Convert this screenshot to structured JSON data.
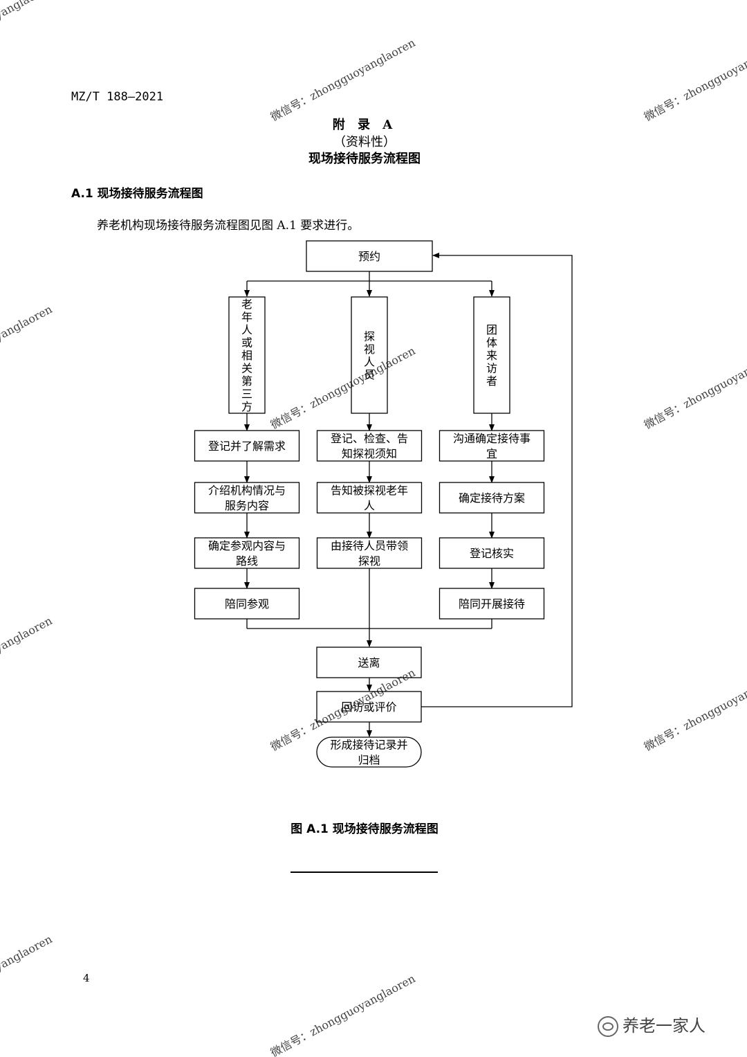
{
  "header": {
    "standard_code": "MZ/T 188—2021"
  },
  "annex": {
    "label": "附 录 A",
    "nature": "（资料性）",
    "title": "现场接待服务流程图"
  },
  "section": {
    "heading": "A.1 现场接待服务流程图",
    "intro": "养老机构现场接待服务流程图见图 A.1 要求进行。"
  },
  "flowchart": {
    "start": "预约",
    "branches": [
      {
        "category": "老年人或相关第三方",
        "steps": [
          [
            "登记并了解需求"
          ],
          [
            "介绍机构情况与",
            "服务内容"
          ],
          [
            "确定参观内容与",
            "路线"
          ],
          [
            "陪同参观"
          ]
        ]
      },
      {
        "category": "探视人员",
        "steps": [
          [
            "登记、检查、告",
            "知探视须知"
          ],
          [
            "告知被探视老年",
            "人"
          ],
          [
            "由接待人员带领",
            "探视"
          ]
        ]
      },
      {
        "category": "团体来访者",
        "steps": [
          [
            "沟通确定接待事",
            "宜"
          ],
          [
            "确定接待方案"
          ],
          [
            "登记核实"
          ],
          [
            "陪同开展接待"
          ]
        ]
      }
    ],
    "send_off": "送离",
    "follow_up": "回访或评价",
    "end": [
      "形成接待记录并",
      "归档"
    ]
  },
  "figure_caption": "图 A.1 现场接待服务流程图",
  "page_number": "4",
  "watermark": {
    "text": "微信号：zhongguoyanglaoren",
    "account": "养老一家人",
    "icon": "wechat-icon"
  }
}
